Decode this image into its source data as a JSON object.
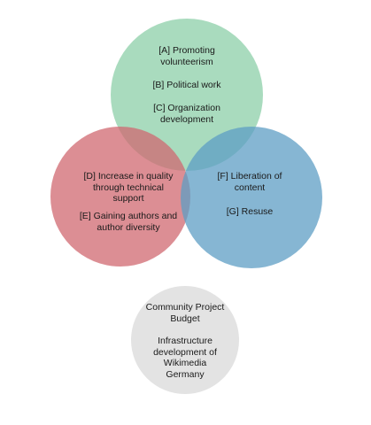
{
  "venn": {
    "circles": [
      {
        "id": "top",
        "color": "#8ccfa8",
        "items": [
          "[A] Promoting\nvolunteerism",
          "[B] Political work",
          "[C] Organization\ndevelopment"
        ]
      },
      {
        "id": "left",
        "color": "#d06870",
        "items": [
          "[D] Increase in quality\nthrough technical\nsupport",
          "[E] Gaining authors and\nauthor diversity"
        ]
      },
      {
        "id": "right",
        "color": "#5d9ec4",
        "items": [
          "[F]  Liberation of\ncontent",
          "[G] Resuse"
        ]
      }
    ]
  },
  "budget": {
    "color": "#e3e3e3",
    "title": "Community Project\nBudget",
    "subtitle": "Infrastructure\ndevelopment of\nWikimedia\nGermany"
  }
}
